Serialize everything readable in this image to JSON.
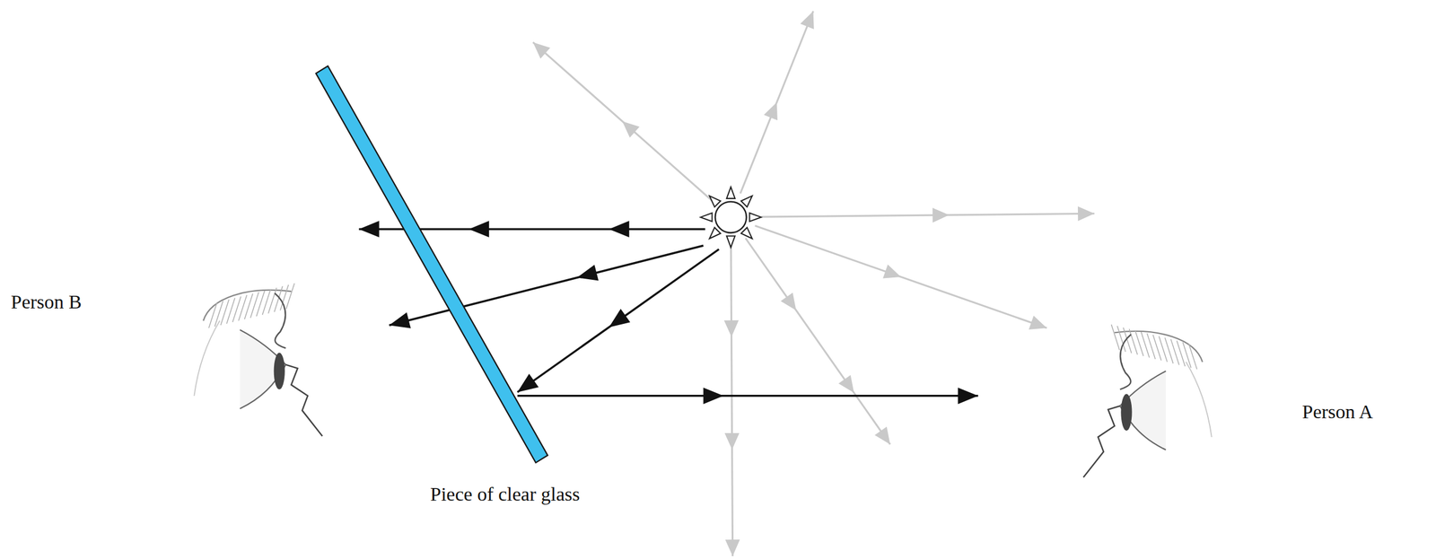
{
  "diagram": {
    "labels": [
      "Person B",
      "Person A",
      "Piece of clear glass"
    ]
  }
}
